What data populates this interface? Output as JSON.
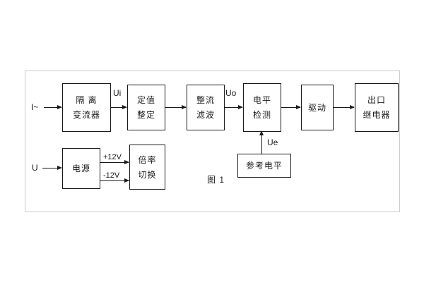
{
  "figure": {
    "caption": "图 1"
  },
  "labels": {
    "input_current": "I~",
    "input_voltage": "U",
    "ui": "Ui",
    "uo": "Uo",
    "ue": "Ue",
    "plus12v": "+12V",
    "minus12v": "-12V"
  },
  "blocks": {
    "isolation": {
      "line1": "隔 离",
      "line2": "变流器"
    },
    "setting": {
      "line1": "定值",
      "line2": "整定"
    },
    "rectifier": {
      "line1": "整流",
      "line2": "滤波"
    },
    "level_detect": {
      "line1": "电平",
      "line2": "检测"
    },
    "drive": {
      "label": "驱动"
    },
    "output_relay": {
      "line1": "出口",
      "line2": "继电器"
    },
    "power": {
      "label": "电源"
    },
    "ratio_switch": {
      "line1": "倍率",
      "line2": "切换"
    },
    "reference_level": {
      "label": "参考电平"
    }
  }
}
